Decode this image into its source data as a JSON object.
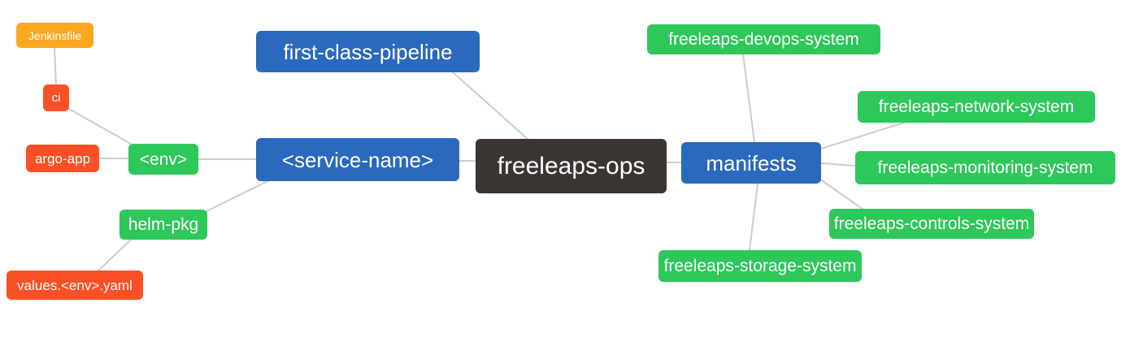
{
  "palette": {
    "blue": "#2a69bd",
    "green": "#2ec75a",
    "orange": "#fba71f",
    "red": "#f95125",
    "dark": "#3a3533",
    "edge": "#cccccc",
    "node_text": "#ffffff",
    "background": "#ffffff"
  },
  "nodes": {
    "root": {
      "label": "freeleaps-ops"
    },
    "first_class_pipeline": {
      "label": "first-class-pipeline"
    },
    "service_name": {
      "label": "<service-name>"
    },
    "env": {
      "label": "<env>"
    },
    "ci": {
      "label": "ci"
    },
    "jenkinsfile": {
      "label": "Jenkinsfile"
    },
    "argo_app": {
      "label": "argo-app"
    },
    "helm_pkg": {
      "label": "helm-pkg"
    },
    "values_env_yaml": {
      "label": "values.<env>.yaml"
    },
    "manifests": {
      "label": "manifests"
    },
    "devops_system": {
      "label": "freeleaps-devops-system"
    },
    "network_system": {
      "label": "freeleaps-network-system"
    },
    "monitoring_system": {
      "label": "freeleaps-monitoring-system"
    },
    "controls_system": {
      "label": "freeleaps-controls-system"
    },
    "storage_system": {
      "label": "freeleaps-storage-system"
    }
  },
  "edges": [
    {
      "from": "jenkinsfile",
      "to": "ci"
    },
    {
      "from": "ci",
      "to": "env"
    },
    {
      "from": "argo_app",
      "to": "env"
    },
    {
      "from": "env",
      "to": "service_name"
    },
    {
      "from": "helm_pkg",
      "to": "service_name"
    },
    {
      "from": "values_env_yaml",
      "to": "helm_pkg"
    },
    {
      "from": "first_class_pipeline",
      "to": "root"
    },
    {
      "from": "service_name",
      "to": "root"
    },
    {
      "from": "root",
      "to": "manifests"
    },
    {
      "from": "manifests",
      "to": "devops_system"
    },
    {
      "from": "manifests",
      "to": "network_system"
    },
    {
      "from": "manifests",
      "to": "monitoring_system"
    },
    {
      "from": "manifests",
      "to": "controls_system"
    },
    {
      "from": "manifests",
      "to": "storage_system"
    }
  ]
}
